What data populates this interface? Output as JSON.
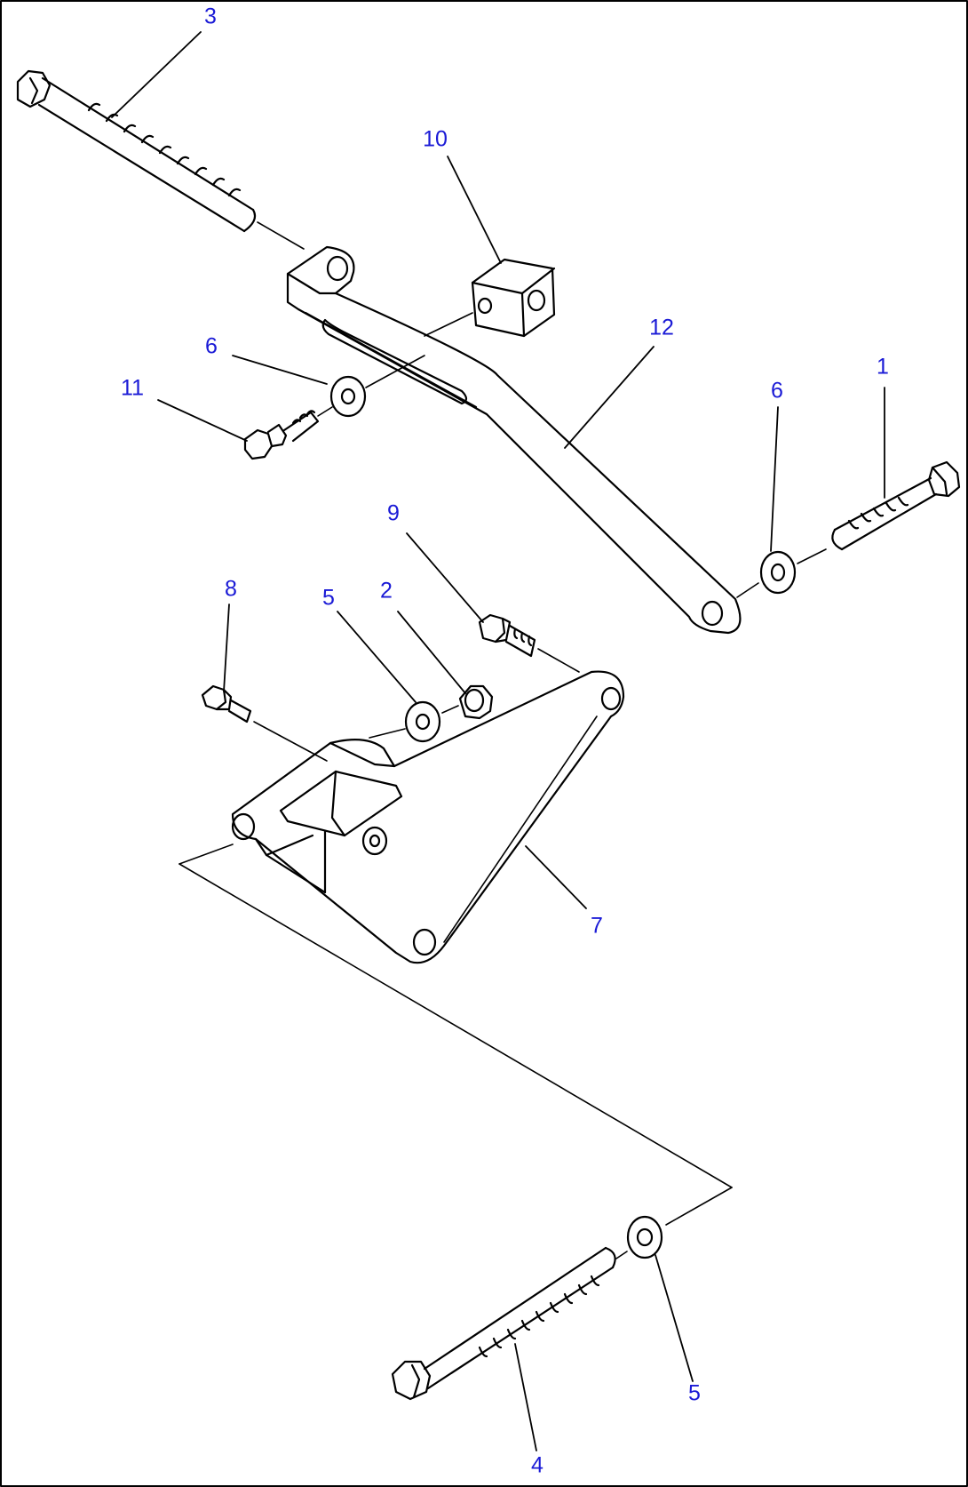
{
  "diagram": {
    "label_color": "#1a1ad6",
    "line_color": "#000000",
    "callouts": [
      {
        "id": "c3",
        "text": "3"
      },
      {
        "id": "c10",
        "text": "10"
      },
      {
        "id": "c12",
        "text": "12"
      },
      {
        "id": "c6a",
        "text": "6"
      },
      {
        "id": "c11",
        "text": "11"
      },
      {
        "id": "c1",
        "text": "1"
      },
      {
        "id": "c6b",
        "text": "6"
      },
      {
        "id": "c9",
        "text": "9"
      },
      {
        "id": "c8",
        "text": "8"
      },
      {
        "id": "c5a",
        "text": "5"
      },
      {
        "id": "c2",
        "text": "2"
      },
      {
        "id": "c7",
        "text": "7"
      },
      {
        "id": "c5b",
        "text": "5"
      },
      {
        "id": "c4",
        "text": "4"
      }
    ]
  }
}
